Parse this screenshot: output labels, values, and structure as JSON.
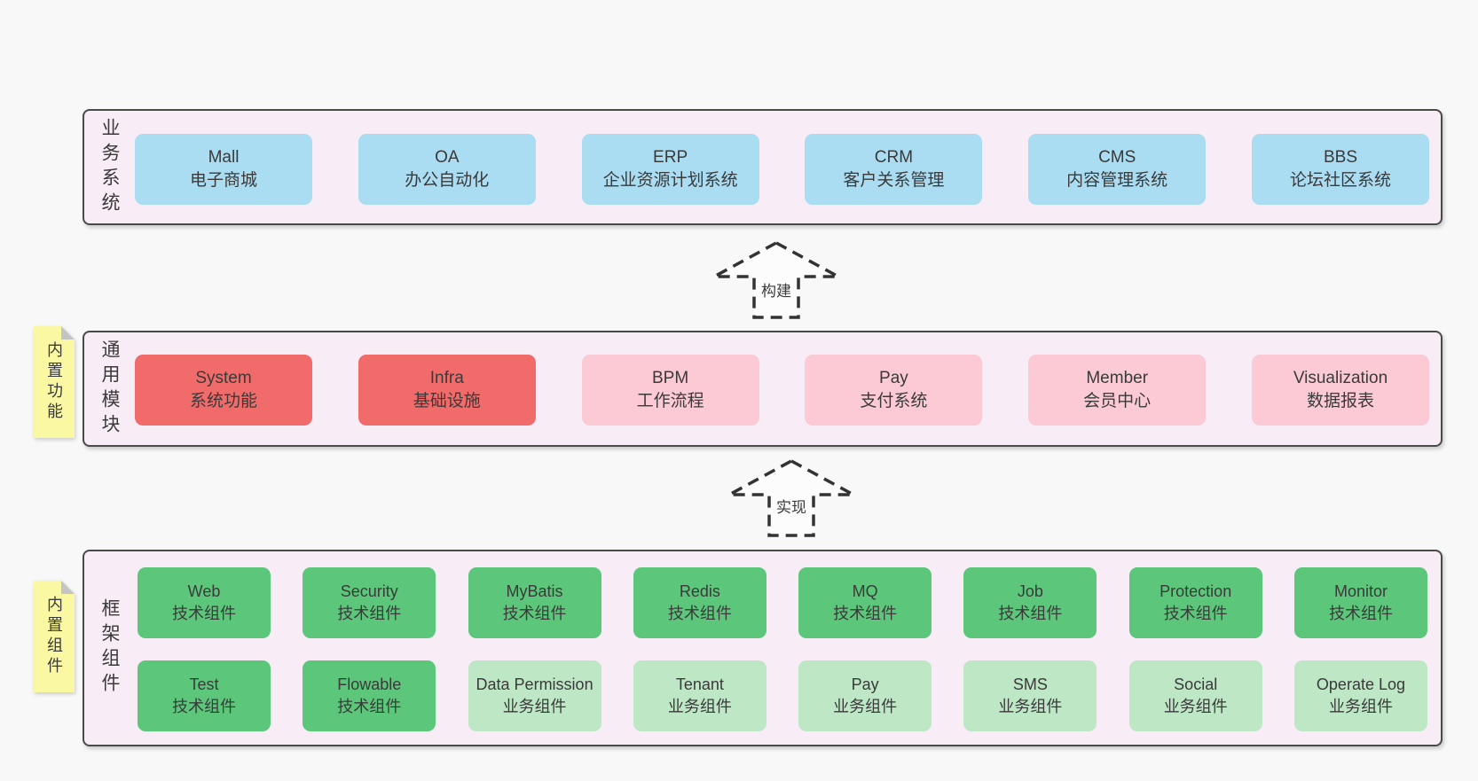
{
  "colors": {
    "page_bg": "#F8F8F8",
    "panel_bg": "#F8EDF6",
    "panel_border": "#4A4A4A",
    "blue": "#AADCF2",
    "red": "#F16B6B",
    "pink": "#FBCAD5",
    "green": "#5CC77A",
    "light_green": "#BDE7C5",
    "note_yellow": "#FBF8A3",
    "note_fold": "#C4C4C4",
    "text": "#3A3A3A",
    "arrow": "#333333"
  },
  "panels": {
    "business": {
      "label": "业务系统",
      "items": [
        {
          "name": "Mall",
          "desc": "电子商城",
          "variant": "blue"
        },
        {
          "name": "OA",
          "desc": "办公自动化",
          "variant": "blue"
        },
        {
          "name": "ERP",
          "desc": "企业资源计划系统",
          "variant": "blue"
        },
        {
          "name": "CRM",
          "desc": "客户关系管理",
          "variant": "blue"
        },
        {
          "name": "CMS",
          "desc": "内容管理系统",
          "variant": "blue"
        },
        {
          "name": "BBS",
          "desc": "论坛社区系统",
          "variant": "blue"
        }
      ]
    },
    "modules": {
      "label": "通用模块",
      "note": "内置功能",
      "items": [
        {
          "name": "System",
          "desc": "系统功能",
          "variant": "red"
        },
        {
          "name": "Infra",
          "desc": "基础设施",
          "variant": "red"
        },
        {
          "name": "BPM",
          "desc": "工作流程",
          "variant": "pink"
        },
        {
          "name": "Pay",
          "desc": "支付系统",
          "variant": "pink"
        },
        {
          "name": "Member",
          "desc": "会员中心",
          "variant": "pink"
        },
        {
          "name": "Visualization",
          "desc": "数据报表",
          "variant": "pink"
        }
      ]
    },
    "components": {
      "label": "框架组件",
      "note": "内置组件",
      "row1": [
        {
          "name": "Web",
          "desc": "技术组件",
          "variant": "green"
        },
        {
          "name": "Security",
          "desc": "技术组件",
          "variant": "green"
        },
        {
          "name": "MyBatis",
          "desc": "技术组件",
          "variant": "green"
        },
        {
          "name": "Redis",
          "desc": "技术组件",
          "variant": "green"
        },
        {
          "name": "MQ",
          "desc": "技术组件",
          "variant": "green"
        },
        {
          "name": "Job",
          "desc": "技术组件",
          "variant": "green"
        },
        {
          "name": "Protection",
          "desc": "技术组件",
          "variant": "green"
        },
        {
          "name": "Monitor",
          "desc": "技术组件",
          "variant": "green"
        }
      ],
      "row2": [
        {
          "name": "Test",
          "desc": "技术组件",
          "variant": "green"
        },
        {
          "name": "Flowable",
          "desc": "技术组件",
          "variant": "green"
        },
        {
          "name": "Data Permission",
          "desc": "业务组件",
          "variant": "light_green"
        },
        {
          "name": "Tenant",
          "desc": "业务组件",
          "variant": "light_green"
        },
        {
          "name": "Pay",
          "desc": "业务组件",
          "variant": "light_green"
        },
        {
          "name": "SMS",
          "desc": "业务组件",
          "variant": "light_green"
        },
        {
          "name": "Social",
          "desc": "业务组件",
          "variant": "light_green"
        },
        {
          "name": "Operate Log",
          "desc": "业务组件",
          "variant": "light_green"
        }
      ]
    }
  },
  "arrows": [
    {
      "label": "构建"
    },
    {
      "label": "实现"
    }
  ]
}
